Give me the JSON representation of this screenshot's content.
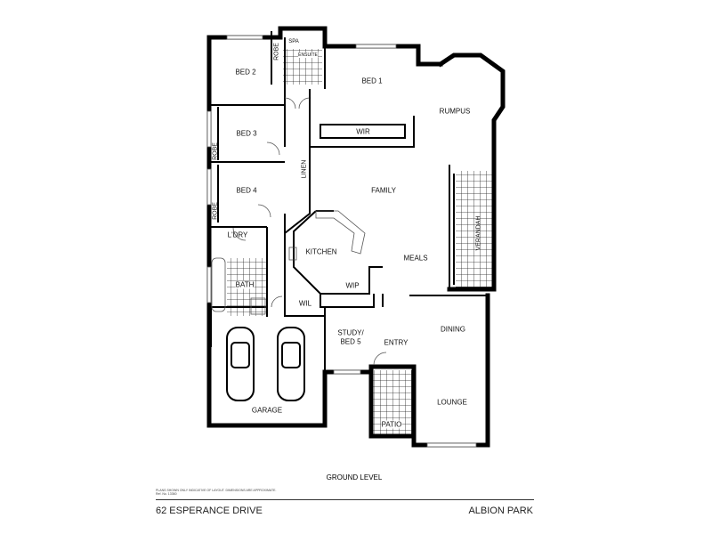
{
  "rooms": {
    "bed1": "BED 1",
    "bed2": "BED 2",
    "bed3": "BED 3",
    "bed4": "BED 4",
    "robe": "ROBE",
    "spa": "SPA",
    "ensuite": "ENSUITE",
    "wir": "WIR",
    "rumpus": "RUMPUS",
    "linen": "LINEN",
    "family": "FAMILY",
    "verandah": "VERANDAH",
    "ldry": "L'DRY",
    "kitchen": "KITCHEN",
    "meals": "MEALS",
    "wip": "WIP",
    "bath": "BATH",
    "wil": "WIL",
    "study": "STUDY/",
    "study2": "BED 5",
    "entry": "ENTRY",
    "dining": "DINING",
    "garage": "GARAGE",
    "lounge": "LOUNGE",
    "patio": "PATIO"
  },
  "level": "GROUND LEVEL",
  "footer": {
    "disclaimer": "PLANS SHOWN ONLY INDICATIVE OF LAYOUT.  DIMENSIONS ARE APPROXIMATE.",
    "ref": "Ref. No. 13360",
    "address": "62 ESPERANCE DRIVE",
    "suburb": "ALBION PARK"
  }
}
